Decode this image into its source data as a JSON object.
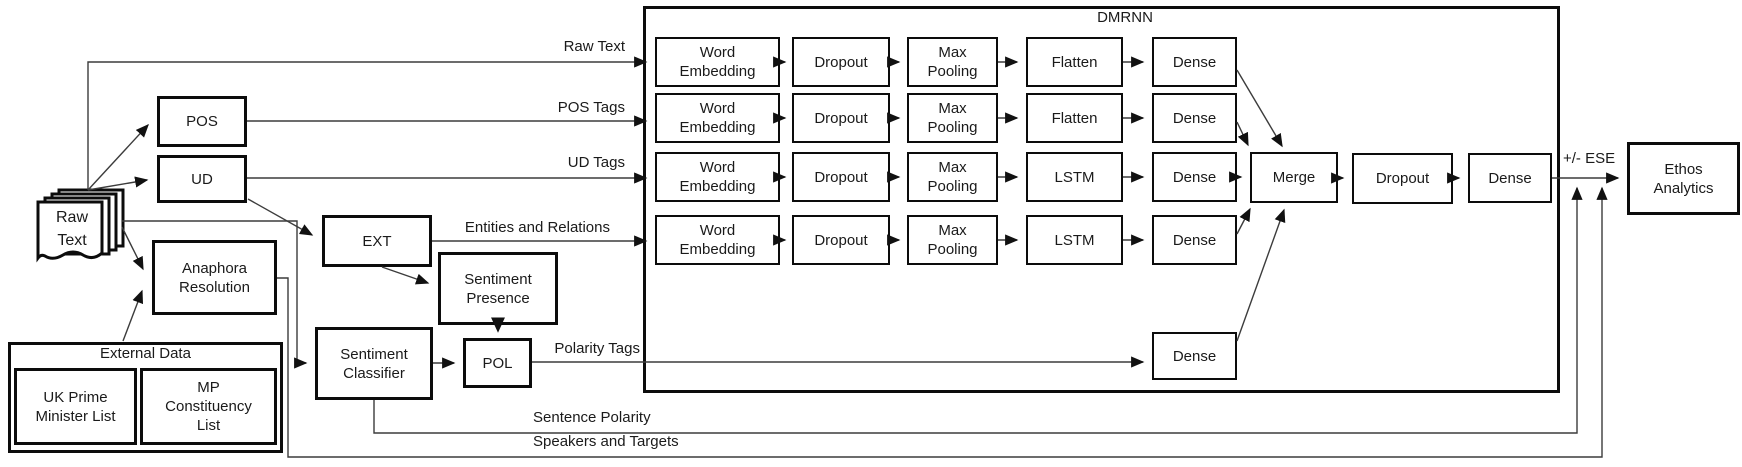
{
  "pipeline": {
    "raw_text_doc": "Raw Text",
    "pos": "POS",
    "ud": "UD",
    "anaphora": "Anaphora Resolution",
    "ext": "EXT",
    "sentiment_presence": "Sentiment Presence",
    "sentiment_classifier": "Sentiment Classifier",
    "pol": "POL"
  },
  "external_data": {
    "title": "External Data",
    "uk_pm_list": "UK Prime Minister List",
    "mp_list": "MP Constituency List"
  },
  "dmrnn": {
    "title": "DMRNN",
    "rows": [
      {
        "input": "Raw Text",
        "stages": [
          "Word Embedding",
          "Dropout",
          "Max Pooling",
          "Flatten",
          "Dense"
        ]
      },
      {
        "input": "POS Tags",
        "stages": [
          "Word Embedding",
          "Dropout",
          "Max Pooling",
          "Flatten",
          "Dense"
        ]
      },
      {
        "input": "UD Tags",
        "stages": [
          "Word Embedding",
          "Dropout",
          "Max Pooling",
          "LSTM",
          "Dense"
        ]
      },
      {
        "input": "Entities and Relations",
        "stages": [
          "Word Embedding",
          "Dropout",
          "Max Pooling",
          "LSTM",
          "Dense"
        ]
      }
    ],
    "polarity_input": "Polarity Tags",
    "polarity_dense": "Dense",
    "merge": "Merge",
    "post_dropout": "Dropout",
    "post_dense": "Dense"
  },
  "edges": {
    "sentence_polarity": "Sentence Polarity",
    "speakers_targets": "Speakers and Targets",
    "ese": "+/- ESE"
  },
  "output": {
    "ethos": "Ethos Analytics"
  }
}
